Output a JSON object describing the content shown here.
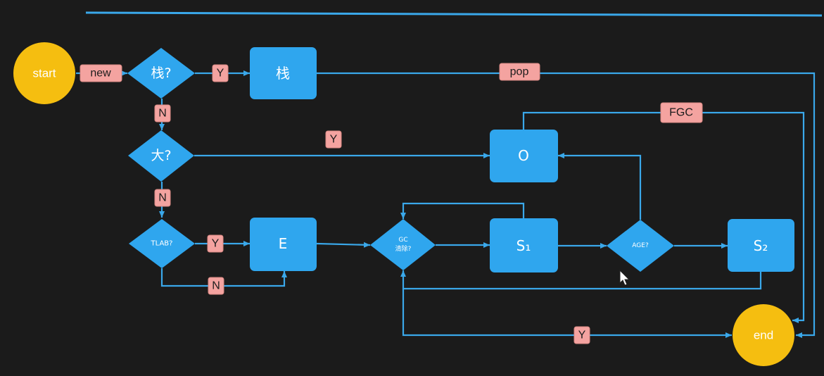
{
  "diagram": {
    "colors": {
      "background": "#1b1b1b",
      "line": "#3aa8ea",
      "node": "#2fa6ee",
      "terminal": "#f5be10",
      "tag": "#f4a3a0"
    },
    "nodes": {
      "start": "start",
      "end": "end",
      "stack_check": "栈?",
      "stack": "栈",
      "big_check": "大?",
      "old": "O",
      "tlab_check": "TLAB?",
      "eden": "E",
      "gc_check_line1": "GC",
      "gc_check_line2": "清除?",
      "survivor1": "S₁",
      "age_check": "AGE?",
      "survivor2": "S₂"
    },
    "edge_labels": {
      "new": "new",
      "stack_yes": "Y",
      "stack_no": "N",
      "pop": "pop",
      "fgc": "FGC",
      "big_yes": "Y",
      "big_no": "N",
      "tlab_yes": "Y",
      "tlab_no": "N",
      "gc_yes": "Y"
    },
    "cursor_icon": "mouse-pointer-icon"
  }
}
